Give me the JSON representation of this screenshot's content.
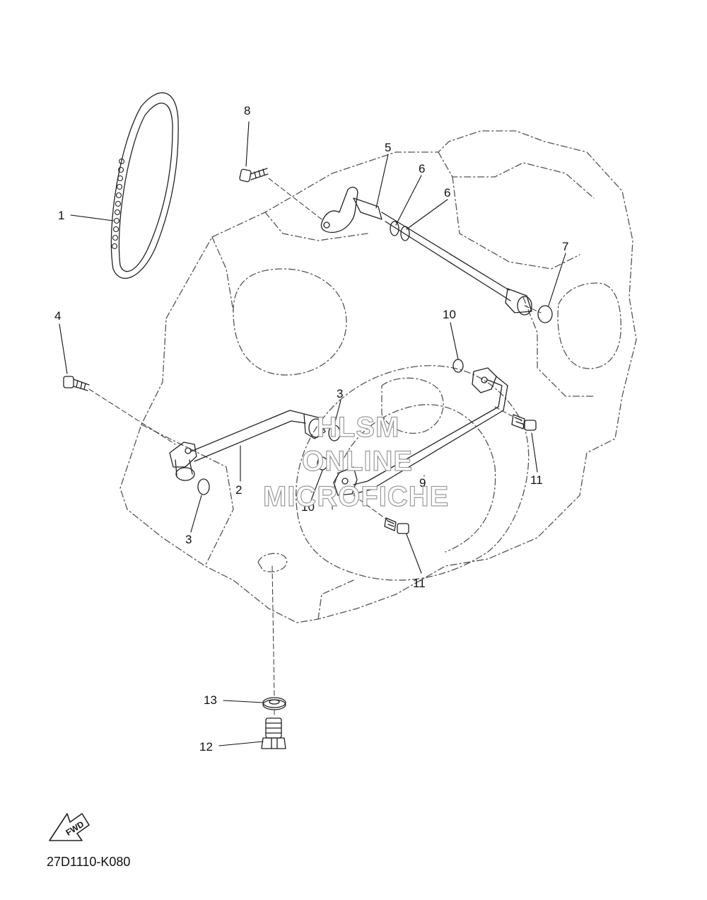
{
  "diagram": {
    "part_code": "27D1110-K080",
    "fwd_label": "FWD",
    "watermark": [
      "HLSM",
      "ONLINE",
      "MICROFICHE"
    ],
    "callouts": [
      "1",
      "2",
      "3",
      "3",
      "4",
      "5",
      "6",
      "6",
      "7",
      "8",
      "9",
      "10",
      "10",
      "11",
      "11",
      "12",
      "13"
    ]
  },
  "colors": {
    "line": "#222222",
    "dashed": "#555555",
    "watermark": "#9a9a9a"
  }
}
